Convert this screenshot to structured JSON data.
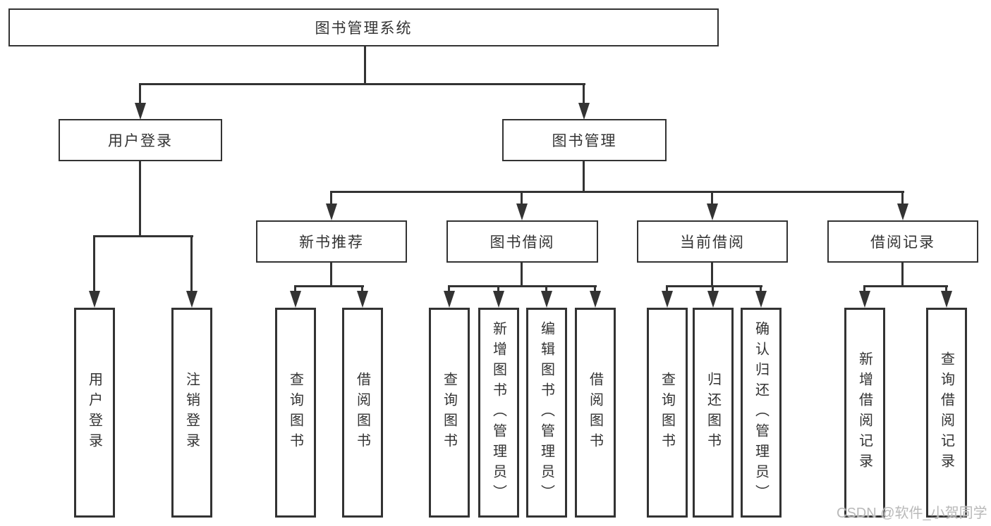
{
  "diagram": {
    "title_node": "图书管理系统",
    "watermark": "CSDN @软件_小贺同学",
    "colors": {
      "line": "#333333",
      "text": "#333333",
      "background": "#ffffff",
      "watermark": "#b9b9b9"
    },
    "branches": [
      {
        "label": "用户登录",
        "children": [
          {
            "label": "用户登录"
          },
          {
            "label": "注销登录"
          }
        ]
      },
      {
        "label": "图书管理",
        "groups": [
          {
            "label": "新书推荐",
            "children": [
              {
                "label": "查询图书"
              },
              {
                "label": "借阅图书"
              }
            ]
          },
          {
            "label": "图书借阅",
            "children": [
              {
                "label": "查询图书"
              },
              {
                "label": "新增图书（管理员）"
              },
              {
                "label": "编辑图书（管理员）"
              },
              {
                "label": "借阅图书"
              }
            ]
          },
          {
            "label": "当前借阅",
            "children": [
              {
                "label": "查询图书"
              },
              {
                "label": "归还图书"
              },
              {
                "label": "确认归还（管理员）"
              }
            ]
          },
          {
            "label": "借阅记录",
            "children": [
              {
                "label": "新增借阅记录"
              },
              {
                "label": "查询借阅记录"
              }
            ]
          }
        ]
      }
    ]
  }
}
